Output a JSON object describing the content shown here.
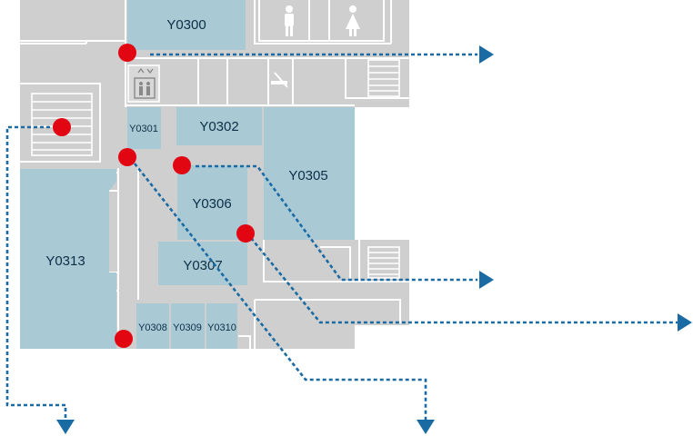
{
  "colors": {
    "floor": "#cfcfcf",
    "corridor": "#c9c9c9",
    "wall": "#ffffff",
    "room": "#a9c9d5",
    "label": "#0b2f45",
    "marker": "#e20613",
    "route": "#1a6aa3"
  },
  "rooms": [
    {
      "id": "Y0300",
      "label": "Y0300"
    },
    {
      "id": "Y0301",
      "label": "Y0301"
    },
    {
      "id": "Y0302",
      "label": "Y0302"
    },
    {
      "id": "Y0305",
      "label": "Y0305"
    },
    {
      "id": "Y0306",
      "label": "Y0306"
    },
    {
      "id": "Y0307",
      "label": "Y0307"
    },
    {
      "id": "Y0308",
      "label": "Y0308"
    },
    {
      "id": "Y0309",
      "label": "Y0309"
    },
    {
      "id": "Y0310",
      "label": "Y0310"
    },
    {
      "id": "Y0313",
      "label": "Y0313"
    }
  ],
  "icons": {
    "toilet_men": "man-icon",
    "toilet_women": "woman-icon",
    "elevator": "elevator-icon",
    "no_smoking": "no-smoking-icon",
    "stairs": "stairs-icon"
  }
}
